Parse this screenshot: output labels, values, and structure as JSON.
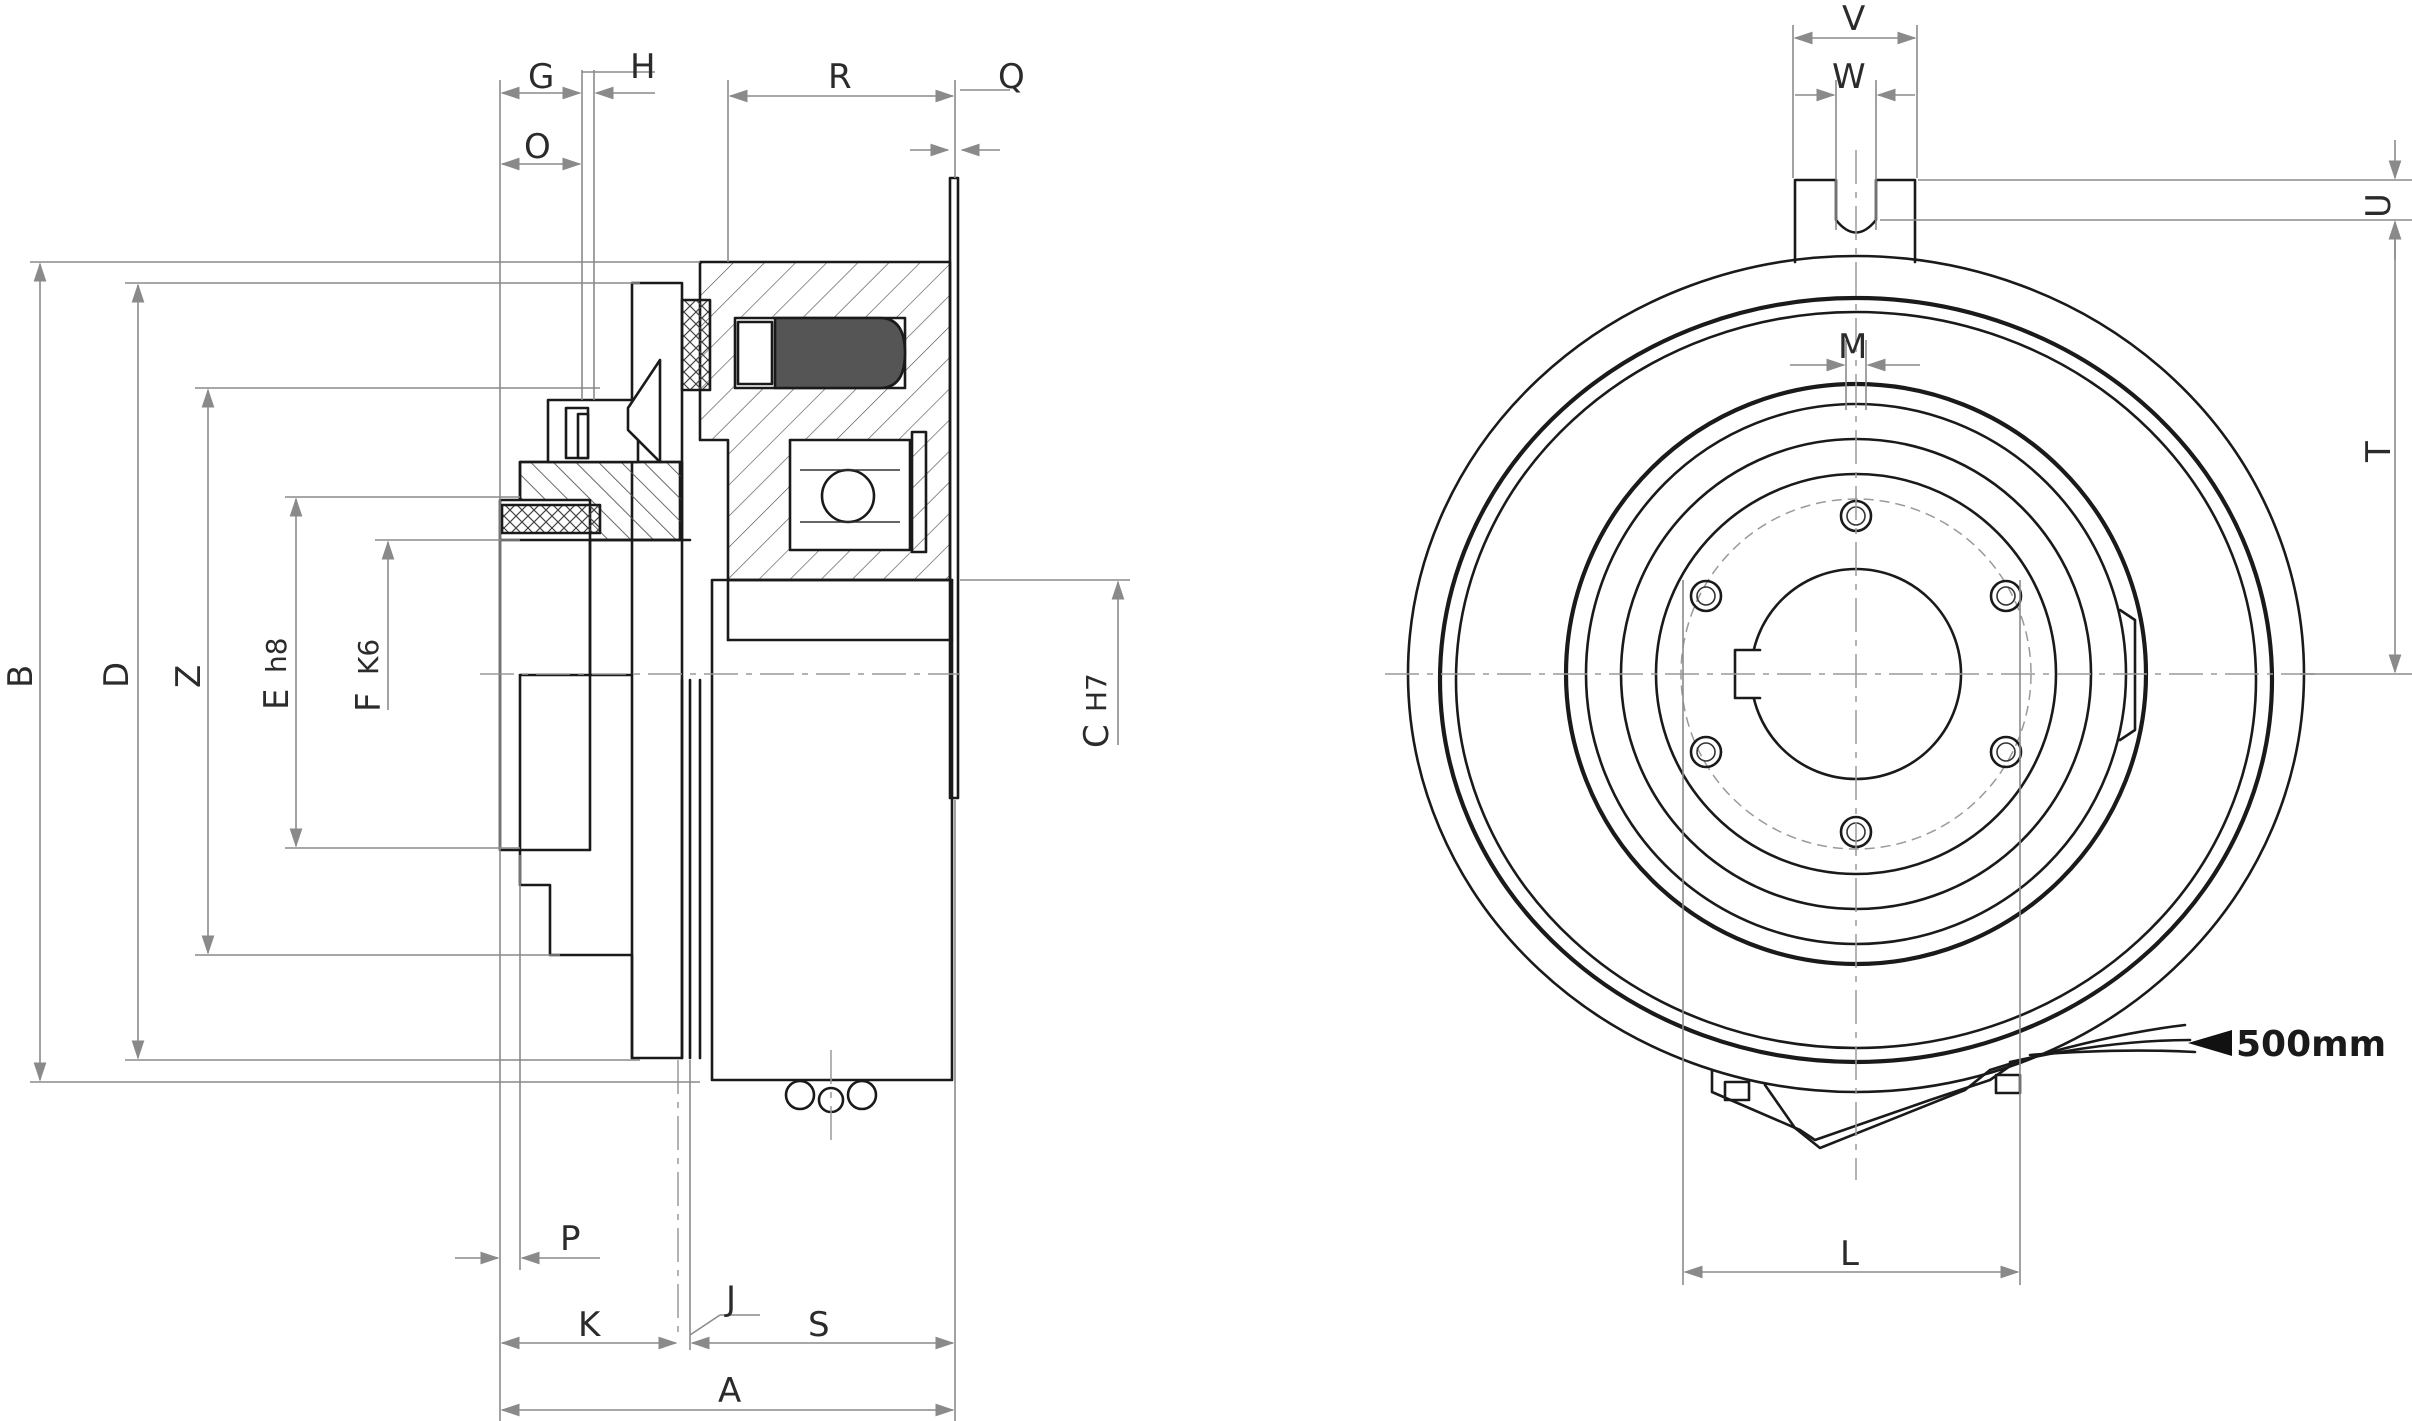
{
  "labels": {
    "G": "G",
    "H": "H",
    "R": "R",
    "Q": "Q",
    "O": "O",
    "B": "B",
    "D": "D",
    "Z": "Z",
    "E": "E",
    "E_tol": "h8",
    "F": "F",
    "F_tol": "K6",
    "C": "C",
    "C_tol": "H7",
    "P": "P",
    "K": "K",
    "J": "J",
    "S": "S",
    "A": "A",
    "V": "V",
    "W": "W",
    "U": "U",
    "M": "M",
    "T": "T",
    "L": "L"
  },
  "cable_note": "500mm"
}
